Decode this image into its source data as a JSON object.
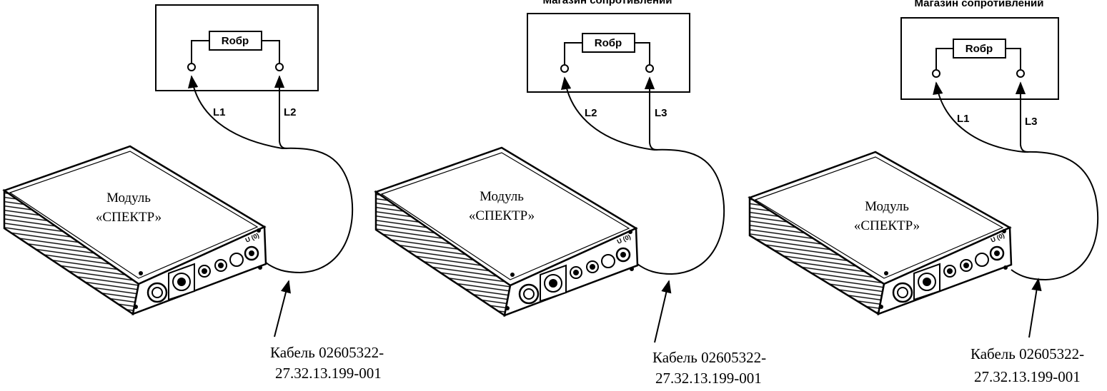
{
  "diagram": {
    "panels": [
      {
        "box_title": "",
        "resistor_label": "Rобр",
        "left_line_label": "L1",
        "right_line_label": "L2",
        "module_line1": "Модуль",
        "module_line2": "«СПЕКТР»",
        "cable_line1": "Кабель 02605322-",
        "cable_line2": "27.32.13.199-001",
        "device_port_label": "U (0)"
      },
      {
        "box_title": "Магазин сопротивлений",
        "resistor_label": "Rобр",
        "left_line_label": "L2",
        "right_line_label": "L3",
        "module_line1": "Модуль",
        "module_line2": "«СПЕКТР»",
        "cable_line1": "Кабель 02605322-",
        "cable_line2": "27.32.13.199-001",
        "device_port_label": "U (0)"
      },
      {
        "box_title": "Магазин сопротивлений",
        "resistor_label": "Rобр",
        "left_line_label": "L1",
        "right_line_label": "L3",
        "module_line1": "Модуль",
        "module_line2": "«СПЕКТР»",
        "cable_line1": "Кабель 02605322-",
        "cable_line2": "27.32.13.199-001",
        "device_port_label": "U (0)"
      }
    ]
  }
}
